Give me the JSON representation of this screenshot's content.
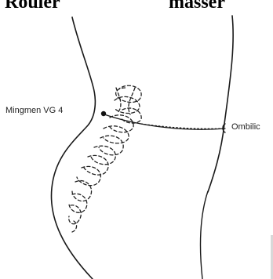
{
  "header": {
    "left_fragment": "Rouler",
    "right_fragment": "masser"
  },
  "diagram": {
    "point_label": "Mingmen VG 4",
    "navel_label": "Ombilic"
  },
  "colors": {
    "line": "#1a1a1a",
    "background": "#ffffff"
  }
}
